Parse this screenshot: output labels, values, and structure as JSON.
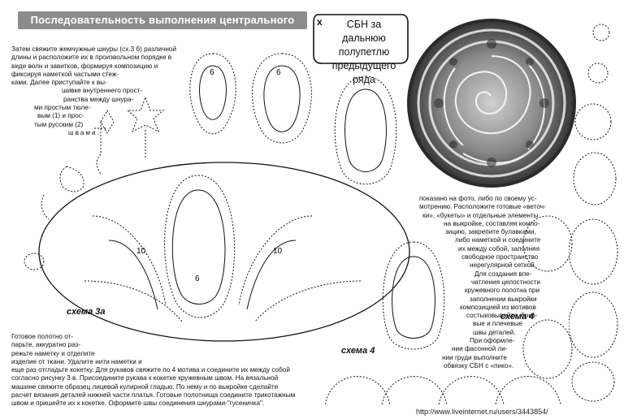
{
  "header": {
    "title": "Последовательность выполнения центрального фрагмента"
  },
  "intro_text": [
    "Затем свяжите жемчужные шнуры (сх.3 б) различной",
    "длины и расположите их в произвольном порядке в",
    "виде волн и завитков, формируя композицию и",
    "фиксируя наметкой частыми стеж-",
    "ками. Далее приступайте к вы-",
    "шивке внутреннего прост-",
    "ранства между шнура-",
    "ми простым тюле-",
    "вым (1) и прос-",
    "тым русским (2)",
    "швами."
  ],
  "legend": {
    "symbol": "x",
    "text": "СБН за дальнюю полупетлю предыдущего ряда"
  },
  "right_text": [
    "показано на фото, либо по своему ус-",
    "мотрению. Расположите готовые «веточ-",
    "ки», «букеты» и отдельные элементы",
    "на выкройке, составляя компо-",
    "зицию, закрепите булавками,",
    "либо наметкой и соедините",
    "их между собой, заполняя",
    "свободное пространство",
    "нерегулярной сеткой.",
    "Для создания впе-",
    "чатления целостности",
    "кружевного полотна при",
    "заполнении выкройки",
    "композицией из мотивов",
    "состыковывайте, боко-",
    "вые и плечевые",
    "швы деталей.",
    "При оформле-",
    "нии фасонной ли-",
    "нии груди выполните",
    "обвязку СБН с «пико»."
  ],
  "bottom_text_short": [
    "Готовое полотно от-",
    "парьте, аккуратно раз-",
    "режьте наметку и отделите",
    "изделие от ткани. Удалите нити наметки и"
  ],
  "bottom_text_long": [
    "еще раз отгладьте кокетку. Для рукавов свяжите по 4 мотива и соедините их между собой",
    "согласно рисунку 3 в. Присоедините рукава к кокетке  кружевным швом. На вязальной",
    "машине свяжите образец лицевой кулирной гладью. По нему и по выкройке сделайте",
    "расчет вязания деталей нижней части платья. Готовые полотнища соедините трикотажным",
    "швом и пришейте их к кокетке. Оформите швы соединения шнурами-\"гусеничка\"."
  ],
  "diagram_labels": {
    "scheme_3a": "схема 3а",
    "scheme_4_left": "схема 4",
    "scheme_4_right": "схема 4",
    "num_10": "10",
    "num_6": "6"
  },
  "footer": {
    "url": "http://www.liveinternet.ru/users/3443854/"
  },
  "colors": {
    "banner_bg": "#8c8c8c",
    "ink": "#111111",
    "photo_bg": "#2a2a2a"
  },
  "icons": {
    "bullet": "x-symbol-icon"
  }
}
